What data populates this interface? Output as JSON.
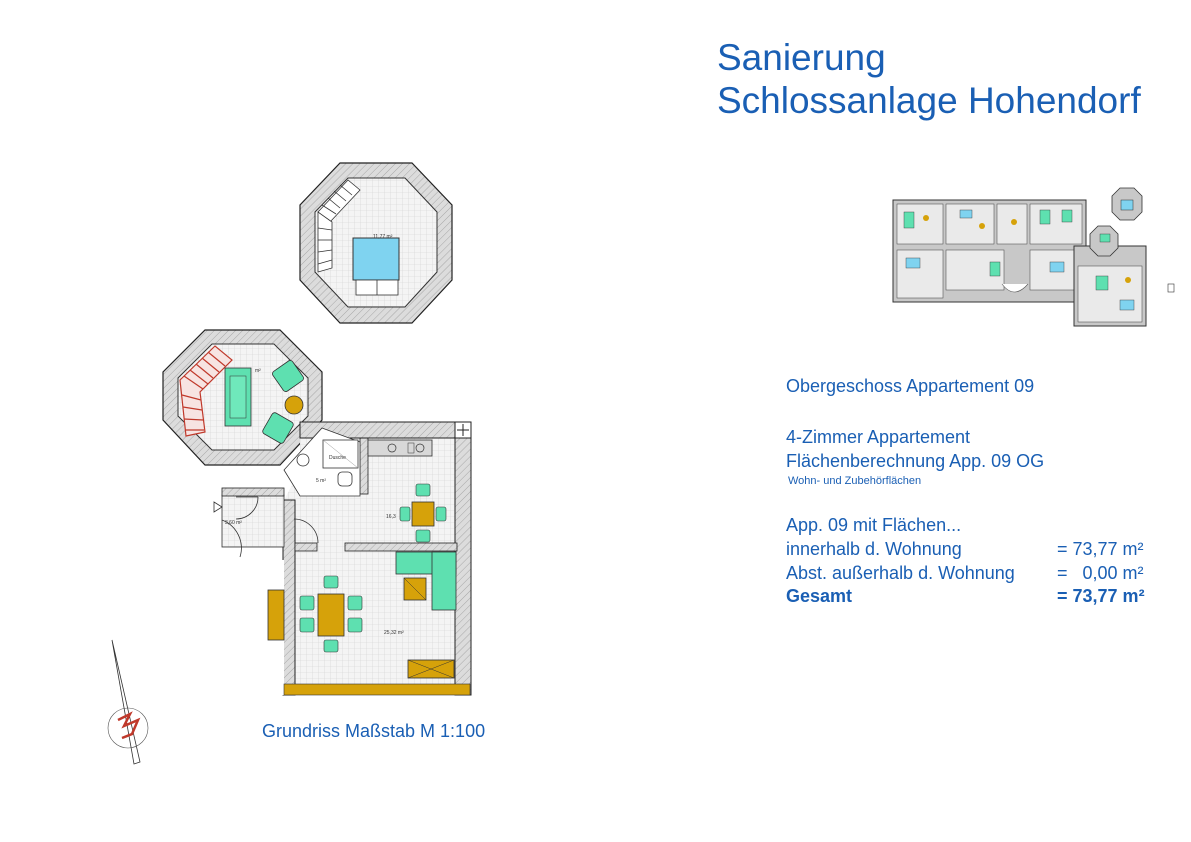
{
  "header": {
    "title_line1": "Sanierung",
    "title_line2": "Schlossanlage Hohendorf"
  },
  "info": {
    "floor_label": "Obergeschoss Appartement 09",
    "apartment_type": "4-Zimmer Appartement",
    "calc_title": "Flächenberechnung App. 09 OG",
    "calc_subtitle": "Wohn- und Zubehörflächen",
    "areas_intro": "App. 09 mit Flächen...",
    "rows": [
      {
        "label": "innerhalb d. Wohnung",
        "value": "= 73,77 m²"
      },
      {
        "label": "Abst. außerhalb d. Wohnung",
        "value": "=   0,00 m²"
      },
      {
        "label": "Gesamt",
        "value": "= 73,77 m²"
      }
    ]
  },
  "plan": {
    "caption": "Grundriss Maßstab M 1:100",
    "room_labels": {
      "tower_upper": "11,77 m²",
      "tower_lower": "m²",
      "duschen": "Dusche",
      "bath": "5 m²",
      "hall": "3,60 m²",
      "kitchen": "16,3",
      "living": "25,32 m²"
    }
  },
  "colors": {
    "title_blue": "#1a5fb4",
    "wall_grey": "#d8d8d8",
    "furniture_green": "#5ee0b0",
    "table_ochre": "#d6a20a",
    "stair_red": "#c0392b",
    "water_blue": "#7fd3f0"
  }
}
